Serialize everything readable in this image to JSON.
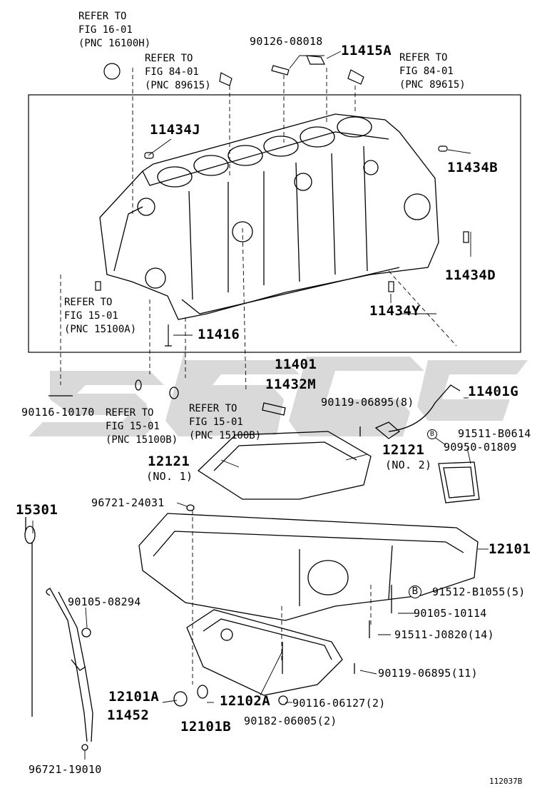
{
  "watermark": "sgc",
  "refs": {
    "fig16": [
      "REFER TO",
      "FIG 16-01",
      "(PNC 16100H)"
    ],
    "fig84_left": [
      "REFER TO",
      "FIG 84-01",
      "(PNC 89615)"
    ],
    "fig84_right": [
      "REFER TO",
      "FIG 84-01",
      "(PNC 89615)"
    ],
    "fig15_a": [
      "REFER TO",
      "FIG 15-01",
      "(PNC 15100A)"
    ],
    "fig15_b1": [
      "REFER TO",
      "FIG 15-01",
      "(PNC 15100B)"
    ],
    "fig15_b2": [
      "REFER TO",
      "FIG 15-01",
      "(PNC 15100B)"
    ]
  },
  "parts": {
    "p90126_08018": "90126-08018",
    "p11415A": "11415A",
    "p11434J": "11434J",
    "p11434B": "11434B",
    "p11434D": "11434D",
    "p11434Y": "11434Y",
    "p11416": "11416",
    "p11401": "11401",
    "p11432M": "11432M",
    "p11401G": "11401G",
    "p90116_10170": "90116-10170",
    "p90119_06895_8": "90119-06895(8)",
    "p91511_B0614": "91511-B0614",
    "p90950_01809": "90950-01809",
    "p12121_no1": "12121",
    "p12121_no1_sub": "(NO. 1)",
    "p12121_no2": "12121",
    "p12121_no2_sub": "(NO. 2)",
    "p96721_24031": "96721-24031",
    "p15301": "15301",
    "p12101": "12101",
    "p91512_B1055": "91512-B1055(5)",
    "p90105_08294": "90105-08294",
    "p90105_10114": "90105-10114",
    "p91511_J0820": "91511-J0820(14)",
    "p90119_06895_11": "90119-06895(11)",
    "p12101A": "12101A",
    "p12102A": "12102A",
    "p90116_06127": "90116-06127(2)",
    "p11452": "11452",
    "p12101B": "12101B",
    "p90182_06005": "90182-06005(2)",
    "p96721_19010": "96721-19010"
  },
  "callout_b": "B",
  "figure_id": "112037B"
}
